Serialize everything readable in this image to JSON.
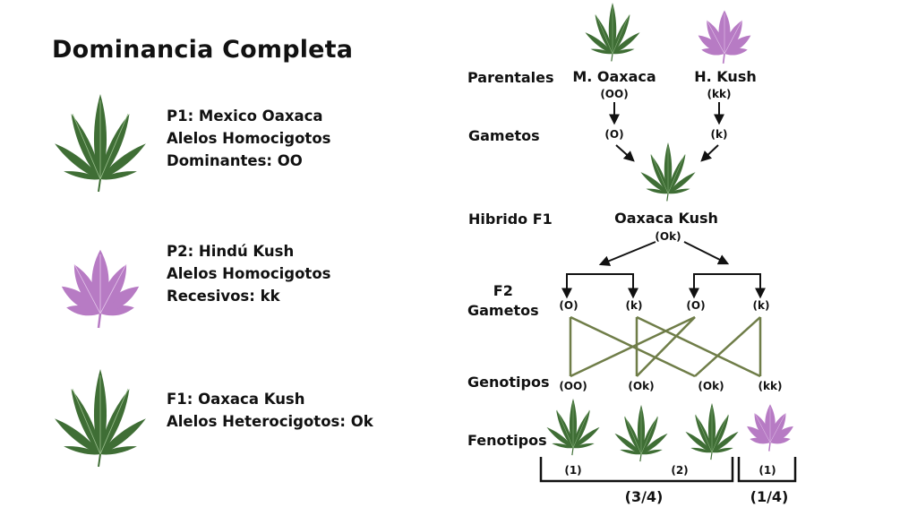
{
  "title": "Dominancia Completa",
  "legend": [
    {
      "line1": "P1: Mexico Oaxaca",
      "line2": "Alelos Homocigotos",
      "line3": "Dominantes: OO"
    },
    {
      "line1": "P2: Hindú Kush",
      "line2": "Alelos Homocigotos",
      "line3": "Recesivos: kk"
    },
    {
      "line1": "F1: Oaxaca Kush",
      "line2": "Alelos Heterocigotos: Ok",
      "line3": ""
    }
  ],
  "row_labels": {
    "parentales": "Parentales",
    "gametos": "Gametos",
    "hibrido": "Hibrido F1",
    "f2_line1": "F2",
    "f2_line2": "Gametos",
    "genotipos": "Genotipos",
    "fenotipos": "Fenotipos"
  },
  "parents": [
    {
      "name": "M. Oaxaca",
      "genotype": "(OO)",
      "gamete": "(O)"
    },
    {
      "name": "H. Kush",
      "genotype": "(kk)",
      "gamete": "(k)"
    }
  ],
  "hybrid": {
    "name": "Oaxaca Kush",
    "genotype": "(Ok)"
  },
  "f2_gametes": [
    "(O)",
    "(k)",
    "(O)",
    "(k)"
  ],
  "genotypes": [
    "(OO)",
    "(Ok)",
    "(Ok)",
    "(kk)"
  ],
  "phenotype_counts": [
    "(1)",
    "(2)",
    "(1)"
  ],
  "ratios": [
    "(3/4)",
    "(1/4)"
  ],
  "colors": {
    "green_leaf": "#3f6e35",
    "purple_leaf": "#b77bc4",
    "cross_line": "#6f7d48"
  }
}
